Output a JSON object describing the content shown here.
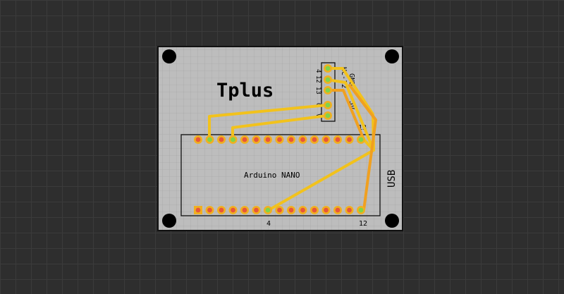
{
  "board": {
    "title": "Tplus",
    "module_label": "Arduino NANO",
    "usb_label": "USB",
    "sensor_name": "HC-12",
    "sensor_pins": [
      "4",
      "12",
      "13",
      "G",
      "V"
    ],
    "power_labels": [
      "GND",
      "5V"
    ],
    "pin_labels": {
      "pin13": "13",
      "pin4": "4",
      "pin12": "12"
    }
  },
  "colors": {
    "board_fill": "#bdbdbd",
    "trace_yellow": "#f2c21c",
    "trace_orange": "#f0a020",
    "pad_red": "#e8553a",
    "pad_green": "#7fd44a",
    "pad_ring": "#f0b020"
  }
}
